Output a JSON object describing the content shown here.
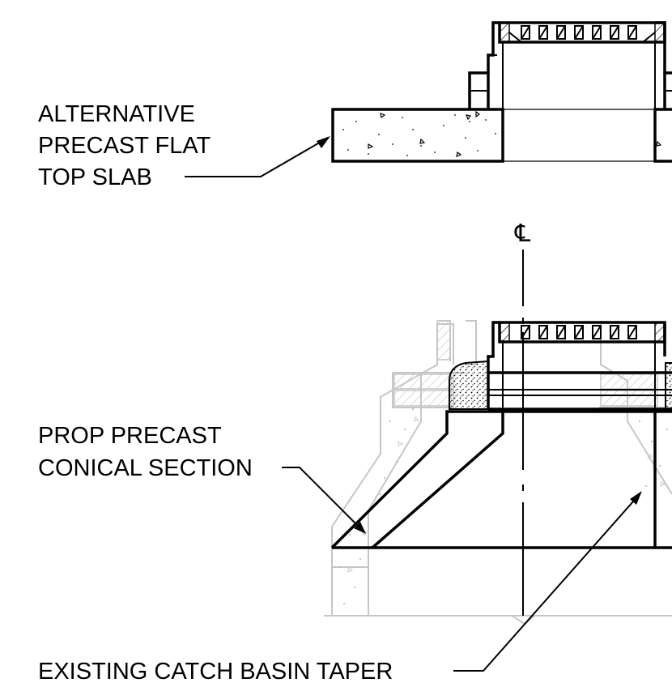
{
  "labels": {
    "alt_slab_line1": "ALTERNATIVE",
    "alt_slab_line2": "PRECAST FLAT",
    "alt_slab_line3": "TOP SLAB",
    "conical_line1": "PROP PRECAST",
    "conical_line2": "CONICAL SECTION",
    "taper": "EXISTING CATCH BASIN TAPER",
    "centerline": "℄"
  },
  "colors": {
    "proposed_linework": "#000000",
    "existing_linework": "#c6c6c6",
    "background": "#ffffff"
  }
}
